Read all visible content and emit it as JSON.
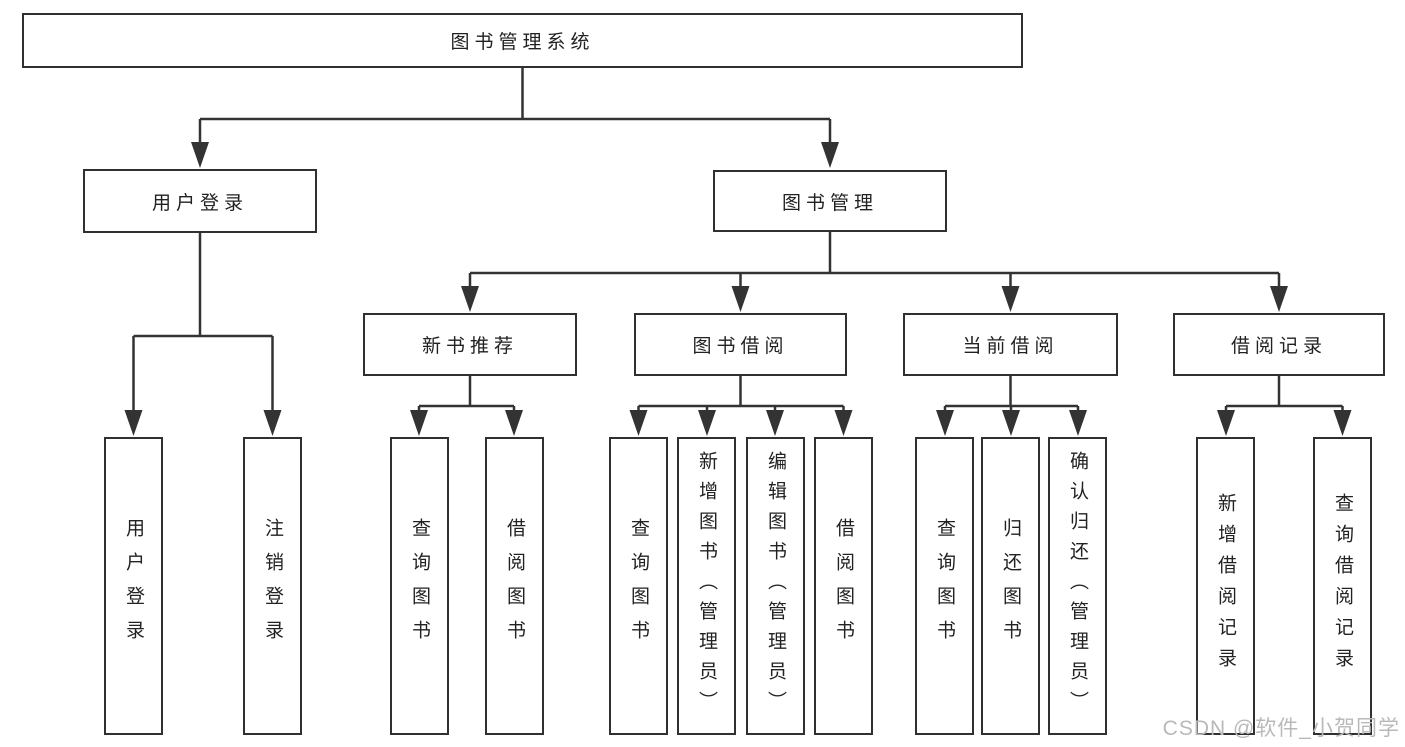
{
  "diagram": {
    "title": "图书管理系统",
    "level2": {
      "user_login": "用户登录",
      "book_mgmt": "图书管理"
    },
    "level3": {
      "new_books": "新书推荐",
      "borrow": "图书借阅",
      "current": "当前借阅",
      "records": "借阅记录"
    },
    "leaves": {
      "login": "用户登录",
      "logout": "注销登录",
      "nb_query": "查询图书",
      "nb_borrow": "借阅图书",
      "bw_query": "查询图书",
      "bw_add": "新增图书（管理员）",
      "bw_edit": "编辑图书（管理员）",
      "bw_borrow": "借阅图书",
      "cur_query": "查询图书",
      "cur_return": "归还图书",
      "cur_confirm": "确认归还（管理员）",
      "rec_add": "新增借阅记录",
      "rec_query": "查询借阅记录"
    }
  },
  "colors": {
    "line": "#333333",
    "box_border": "#303030",
    "text": "#222222",
    "background": "#ffffff",
    "watermark_text": "#b9b9b9"
  },
  "watermark": {
    "text": "CSDN @软件_小贺同学"
  }
}
